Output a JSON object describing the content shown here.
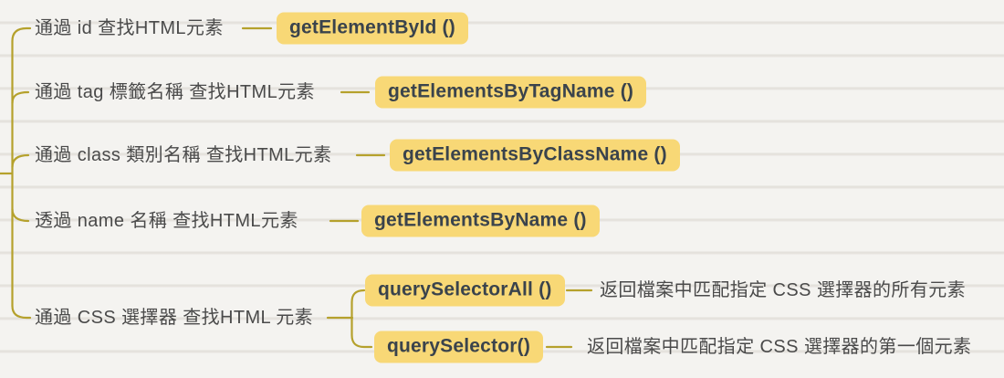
{
  "theme": {
    "background_color": "#f4f3f0",
    "ruled_line_color": "#e9e6e2",
    "connector_color": "#b5a12c",
    "highlight_background": "#f8d876",
    "method_text_color": "#3a434c",
    "label_text_color": "#4a4a4a"
  },
  "diagram": {
    "type": "mindmap",
    "branches": [
      {
        "label": "通過 id 查找HTML元素",
        "method": "getElementById ()"
      },
      {
        "label": "通過 tag 標籤名稱 查找HTML元素",
        "method": "getElementsByTagName ()"
      },
      {
        "label": "通過 class 類別名稱 查找HTML元素",
        "method": "getElementsByClassName ()"
      },
      {
        "label": "透過 name 名稱 查找HTML元素",
        "method": "getElementsByName ()"
      },
      {
        "label": "通過 CSS 選擇器 查找HTML 元素",
        "children": [
          {
            "method": "querySelectorAll ()",
            "description": "返回檔案中匹配指定 CSS 選擇器的所有元素"
          },
          {
            "method": "querySelector()",
            "description": "返回檔案中匹配指定 CSS 選擇器的第一個元素"
          }
        ]
      }
    ]
  }
}
